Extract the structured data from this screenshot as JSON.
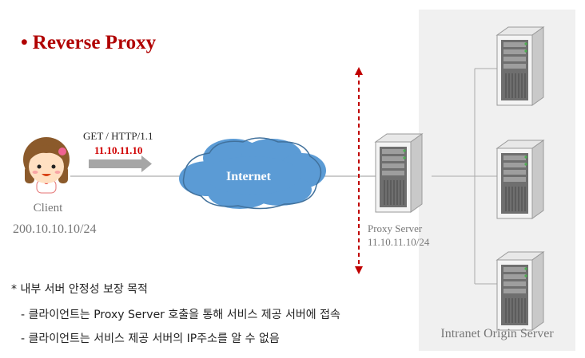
{
  "title": {
    "bullet": "•",
    "text": "Reverse Proxy"
  },
  "client": {
    "label": "Client",
    "ip": "200.10.10.10/24"
  },
  "request": {
    "line1": "GET / HTTP/1.1",
    "line2": "11.10.11.10"
  },
  "internet": {
    "label": "Internet"
  },
  "proxy": {
    "label": "Proxy Server",
    "ip": "11.10.11.10/24"
  },
  "intranet": {
    "label": "Intranet Origin Server"
  },
  "notes": {
    "heading": "* 내부 서버 안정성 보장 목적",
    "items": [
      "- 클라이언트는 Proxy Server 호출을 통해 서비스 제공 서버에 접속",
      "- 클라이언트는 서비스 제공 서버의 IP주소를 알 수 없음"
    ]
  },
  "colors": {
    "title": "#b00000",
    "cloud": "#5b9bd5",
    "request_ip": "#d00000",
    "divider": "#c00000",
    "intranet_bg": "#f0f0f0"
  }
}
